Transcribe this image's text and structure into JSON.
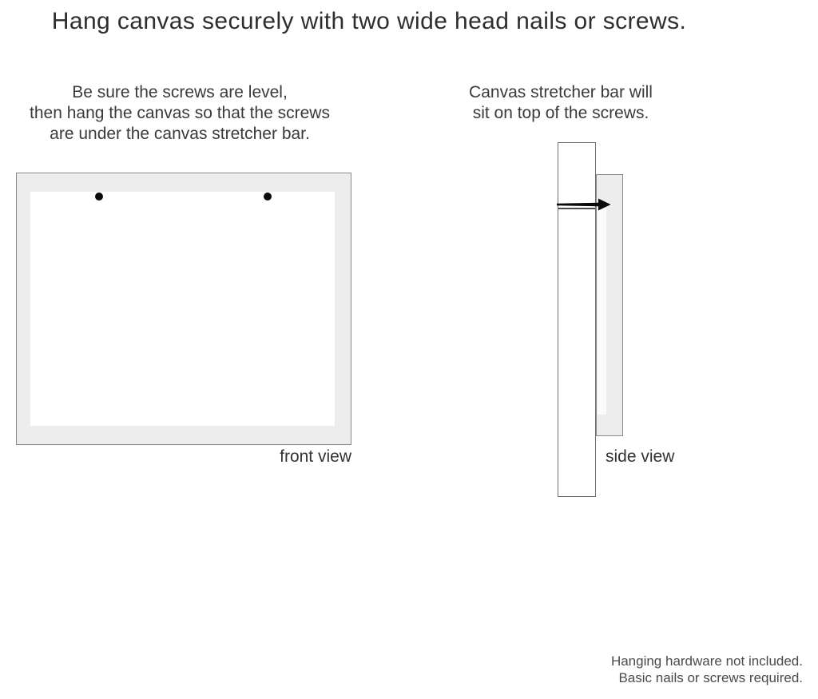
{
  "title": "Hang canvas securely with two wide head nails or screws.",
  "instructions": {
    "front": {
      "lines": [
        "Be sure the screws are level,",
        "then hang the canvas so that the screws",
        "are under the canvas stretcher bar."
      ]
    },
    "side": {
      "lines": [
        "Canvas stretcher bar will",
        "sit on top of the screws."
      ]
    }
  },
  "diagram_labels": {
    "front": "front view",
    "side": "side view"
  },
  "footnote": {
    "lines": [
      "Hanging hardware not included.",
      "Basic nails or screws required."
    ]
  },
  "icons": {
    "nail": "nail-icon (black side-view nail shape, wide head at right)",
    "screw_dots": "screw-dot (black filled circle)"
  },
  "colors": {
    "background": "#ffffff",
    "canvas_frame_fill": "#ececec",
    "canvas_surface_fill": "#ffffff",
    "outline": "#8a8a8a",
    "nail_fill": "#0a0a0a",
    "title_text": "#2e2e2e",
    "body_text": "#3a3a3a",
    "footnote_text": "#4a4a4a"
  }
}
